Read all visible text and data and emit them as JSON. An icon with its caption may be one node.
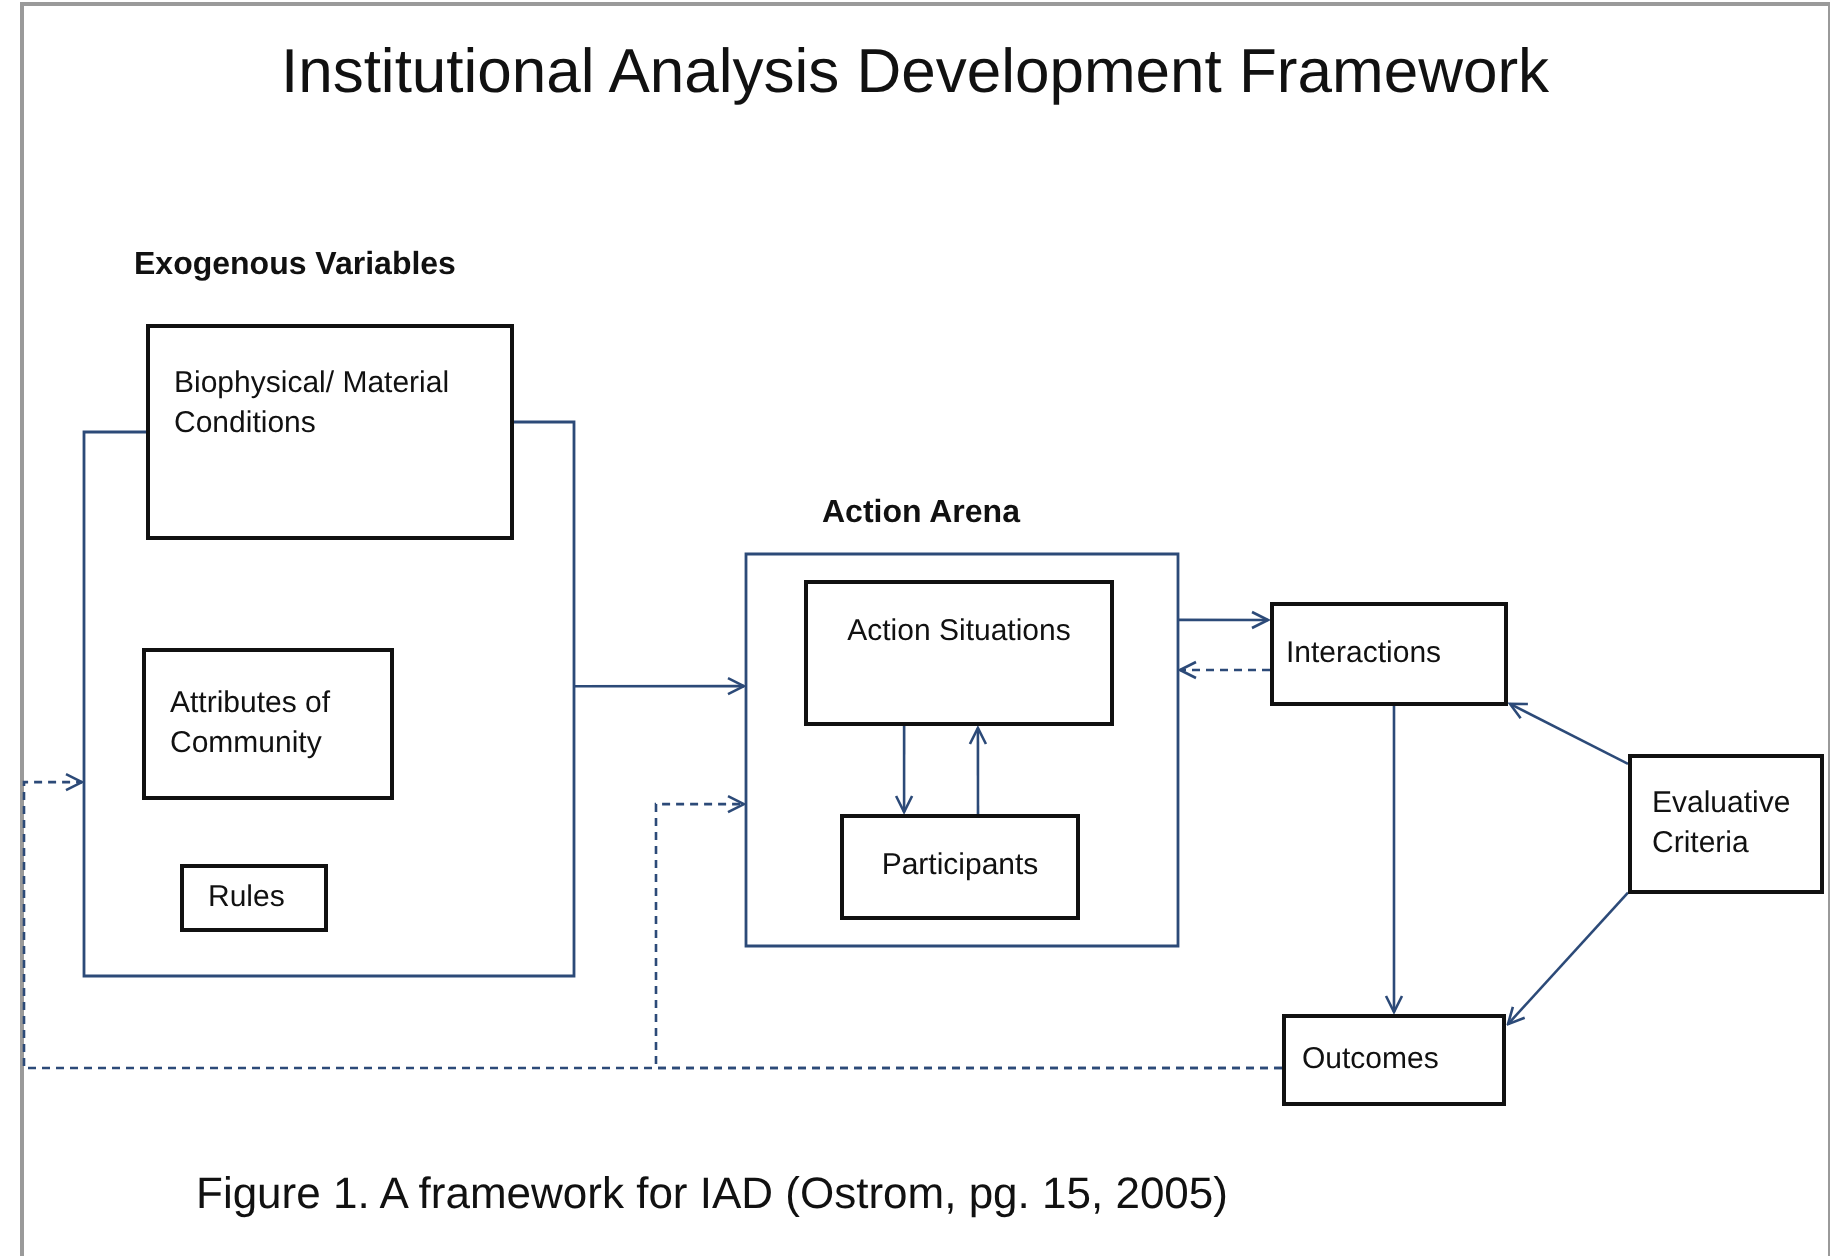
{
  "diagram": {
    "title": "Institutional Analysis Development Framework",
    "caption": "Figure 1. A framework for IAD (Ostrom, pg. 15, 2005)",
    "nodes": [
      {
        "text": [
          "Exogenous Variables"
        ]
      },
      {
        "text": [
          "Biophysical/ Material Conditions"
        ],
        "in": 0
      },
      {
        "text": [
          "Attributes of Community"
        ],
        "in": 0
      },
      {
        "text": [
          "Rules"
        ],
        "in": 0
      },
      {
        "text": [
          "Action Arena"
        ]
      },
      {
        "text": [
          "Action Situations"
        ],
        "in": 4
      },
      {
        "text": [
          "Participants"
        ],
        "in": 4
      },
      {
        "text": [
          "Interactions"
        ]
      },
      {
        "text": [
          "Evaluative Criteria"
        ]
      },
      {
        "text": [
          "Outcomes"
        ]
      }
    ],
    "edges": [
      {
        "from": 0,
        "to": 4,
        "arrow": "to"
      },
      {
        "from": 5,
        "to": 6,
        "arrow": "to"
      },
      {
        "from": 6,
        "to": 5,
        "arrow": "to"
      },
      {
        "from": 4,
        "to": 7,
        "arrow": "to"
      },
      {
        "from": 7,
        "to": 4,
        "arrow": "to",
        "style": "dashed"
      },
      {
        "from": 7,
        "to": 9,
        "arrow": "to"
      },
      {
        "from": 8,
        "to": 7,
        "arrow": "to"
      },
      {
        "from": 8,
        "to": 9,
        "arrow": "to"
      },
      {
        "from": 9,
        "to": 0,
        "arrow": "to",
        "style": "dashed"
      },
      {
        "from": 9,
        "to": 4,
        "arrow": "to",
        "style": "dashed"
      }
    ]
  }
}
